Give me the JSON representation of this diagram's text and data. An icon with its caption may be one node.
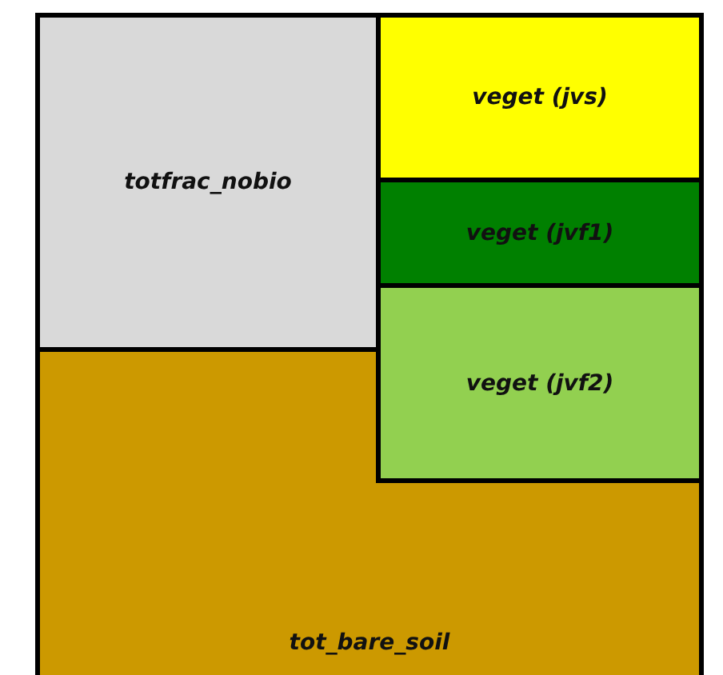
{
  "diagram": {
    "nodes": [
      {
        "text": [
          "totfrac_nobio"
        ]
      },
      {
        "text": [
          "veget (jvs)"
        ]
      },
      {
        "text": [
          "veget (jvf1)"
        ]
      },
      {
        "text": [
          "veget (jvf2)"
        ]
      },
      {
        "text": [
          "tot_bare_soil"
        ]
      }
    ]
  }
}
